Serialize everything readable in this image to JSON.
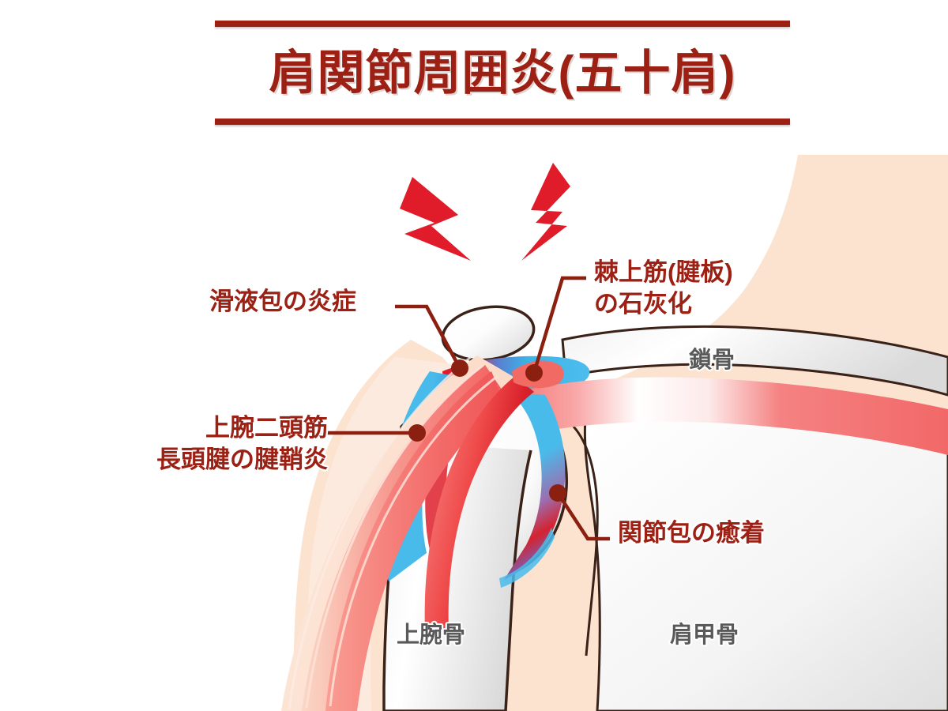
{
  "title": "肩関節周囲炎(五十肩)",
  "colors": {
    "title_red": "#9c2114",
    "label_gray": "#595959",
    "skin_peach": "#fce3d0",
    "bone_white": "#ffffff",
    "bone_outline": "#3a2218",
    "capsule_blue": "#3cb4e8",
    "muscle_red": "#f47070",
    "inflammation_red": "#e01b24",
    "pain_bolt_red": "#e01b2a",
    "leader_dark_red": "#8c2010"
  },
  "callouts": [
    {
      "id": "bursitis",
      "lines": [
        "滑液包の炎症"
      ],
      "leader": "horizontal-right",
      "marker": "dot"
    },
    {
      "id": "supraspinatus",
      "lines": [
        "棘上筋(腱板)",
        "の石灰化"
      ],
      "leader": "horizontal-left",
      "marker": "dot"
    },
    {
      "id": "biceps",
      "lines": [
        "上腕二頭筋",
        "長頭腱の腱鞘炎"
      ],
      "leader": "horizontal-right",
      "marker": "dot"
    },
    {
      "id": "capsule",
      "lines": [
        "関節包の癒着"
      ],
      "leader": "diagonal-left",
      "marker": "dot"
    }
  ],
  "bone_labels": [
    {
      "id": "clavicle",
      "text": "鎖骨"
    },
    {
      "id": "humerus",
      "text": "上腕骨"
    },
    {
      "id": "scapula",
      "text": "肩甲骨"
    }
  ],
  "pain_symbols": {
    "count": 2,
    "shape": "lightning-bolt"
  }
}
